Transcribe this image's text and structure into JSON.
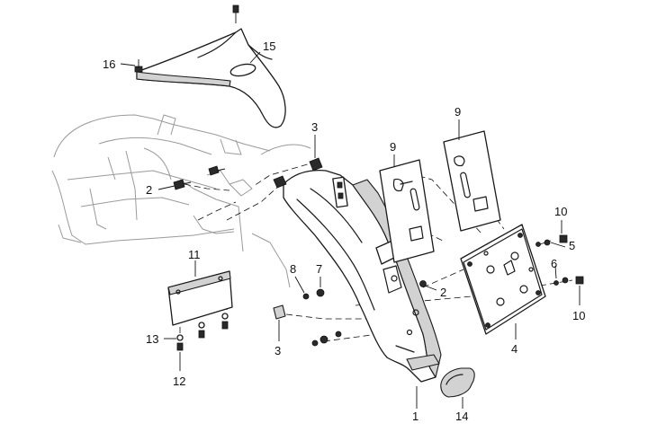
{
  "callouts": {
    "c1": "1",
    "c2a": "2",
    "c2b": "2",
    "c3a": "3",
    "c3b": "3",
    "c4": "4",
    "c5": "5",
    "c6": "6",
    "c7": "7",
    "c8": "8",
    "c9a": "9",
    "c9b": "9",
    "c10a": "10",
    "c10b": "10",
    "c11": "11",
    "c12": "12",
    "c13": "13",
    "c14": "14",
    "c15": "15",
    "c16": "16"
  }
}
